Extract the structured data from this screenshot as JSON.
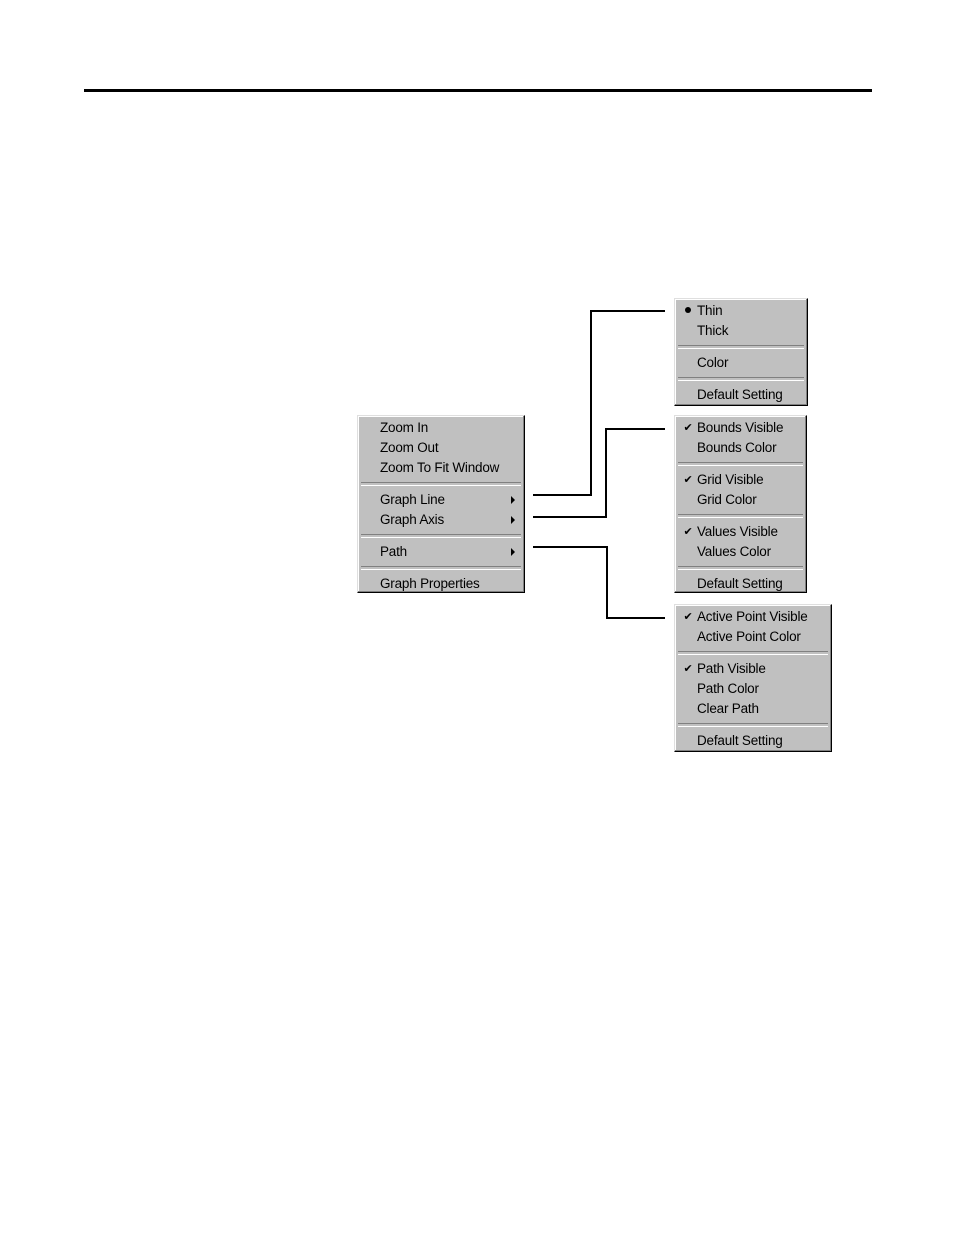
{
  "context_menu": {
    "zoom_in": "Zoom In",
    "zoom_out": "Zoom Out",
    "zoom_fit": "Zoom To Fit Window",
    "graph_line": "Graph Line",
    "graph_axis": "Graph Axis",
    "path": "Path",
    "graph_properties": "Graph Properties"
  },
  "graph_line_menu": {
    "thin": "Thin",
    "thick": "Thick",
    "color": "Color",
    "default_setting": "Default Setting",
    "selected": "thin"
  },
  "graph_axis_menu": {
    "bounds_visible": "Bounds Visible",
    "bounds_color": "Bounds Color",
    "grid_visible": "Grid Visible",
    "grid_color": "Grid Color",
    "values_visible": "Values Visible",
    "values_color": "Values Color",
    "default_setting": "Default Setting",
    "checked": [
      "bounds_visible",
      "grid_visible",
      "values_visible"
    ]
  },
  "path_menu": {
    "active_point_visible": "Active Point Visible",
    "active_point_color": "Active Point Color",
    "path_visible": "Path Visible",
    "path_color": "Path Color",
    "clear_path": "Clear Path",
    "default_setting": "Default Setting",
    "checked": [
      "active_point_visible",
      "path_visible"
    ]
  },
  "colors": {
    "menu_face": "#c0c0c0",
    "menu_shadow": "#808080",
    "menu_highlight": "#ffffff",
    "text": "#000000"
  },
  "icons": {
    "check": "check-icon",
    "radio": "radio-dot-icon",
    "submenu": "submenu-arrow-icon"
  }
}
